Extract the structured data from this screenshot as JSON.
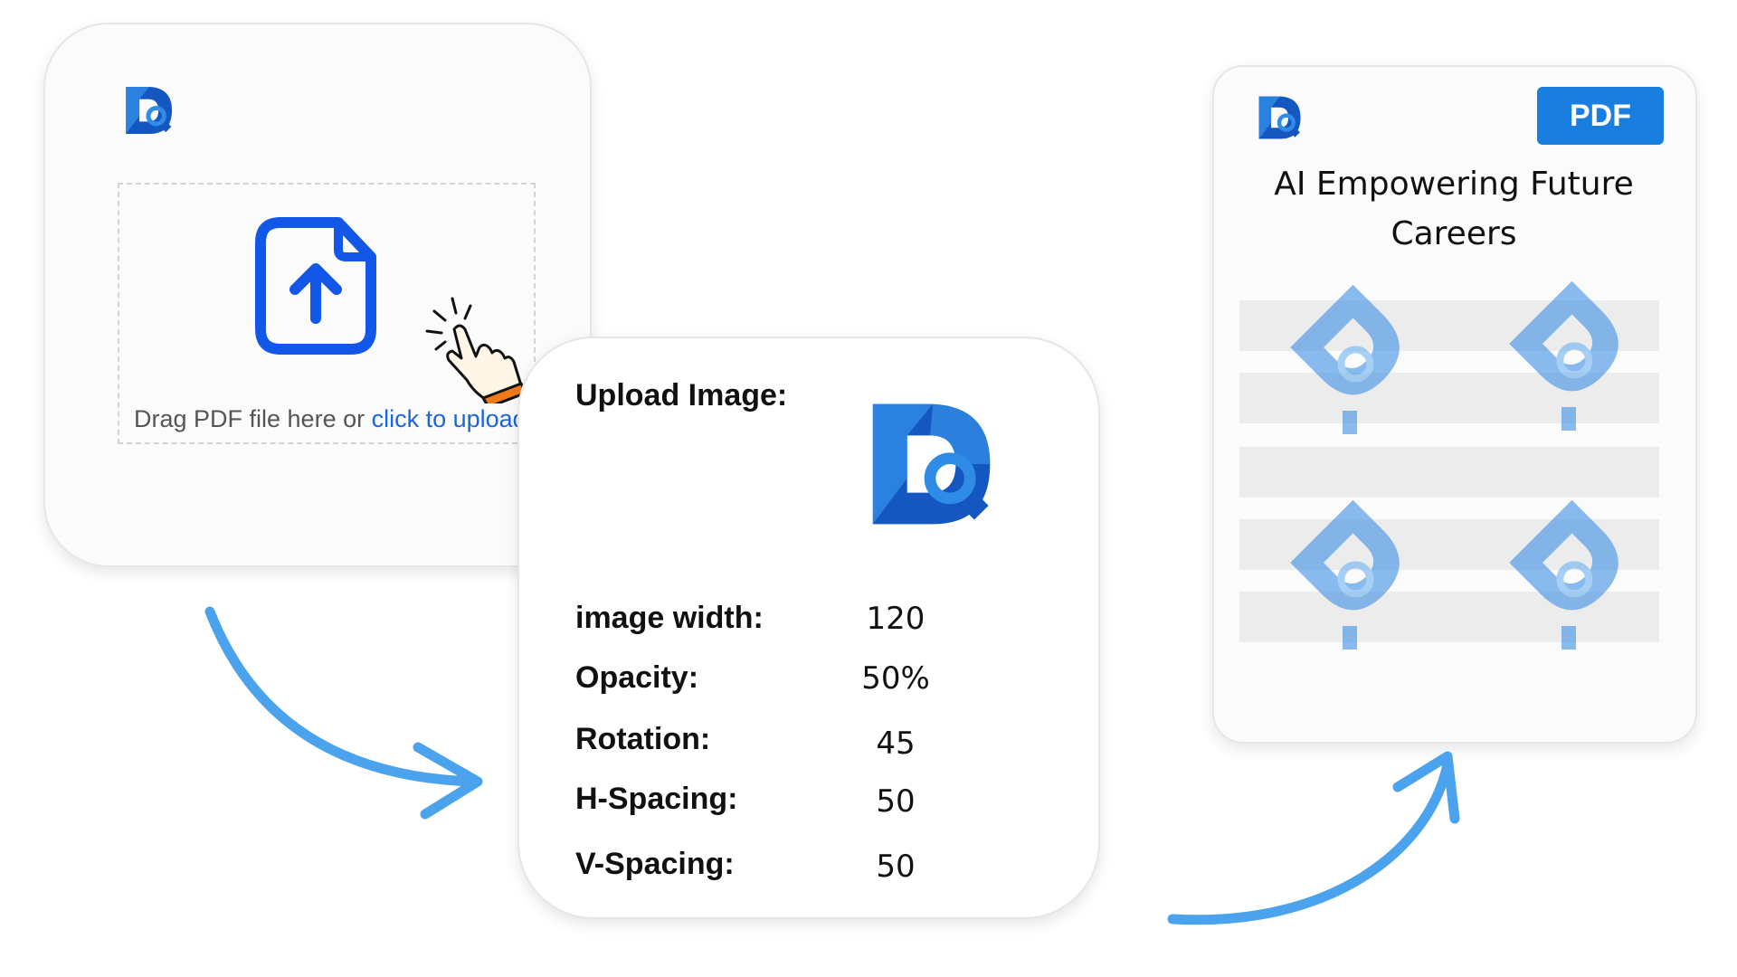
{
  "upload_card": {
    "dropzone_text": "Drag PDF file here or ",
    "dropzone_link": "click to upload"
  },
  "settings": {
    "upload_label": "Upload Image:",
    "rows": [
      {
        "label": "image width:",
        "value": "120"
      },
      {
        "label": "Opacity:",
        "value": "50%"
      },
      {
        "label": "Rotation:",
        "value": "45"
      },
      {
        "label": "H-Spacing:",
        "value": "50"
      },
      {
        "label": "V-Spacing:",
        "value": "50"
      }
    ]
  },
  "preview": {
    "badge": "PDF",
    "title": "AI Empowering Future Careers"
  },
  "icons": {
    "logo": "logo-icon",
    "upload": "file-upload-icon",
    "cursor": "hand-pointer-icon",
    "watermark": "watermark-logo-icon",
    "arrows": "flow-arrow-icon"
  },
  "colors": {
    "accent_blue": "#1a7ee0",
    "upload_icon_blue": "#1257e8",
    "arrow_blue": "#4aa3ec",
    "link_blue": "#1a66d6",
    "logo_dark": "#1557c0",
    "logo_light": "#2f8ce6"
  }
}
